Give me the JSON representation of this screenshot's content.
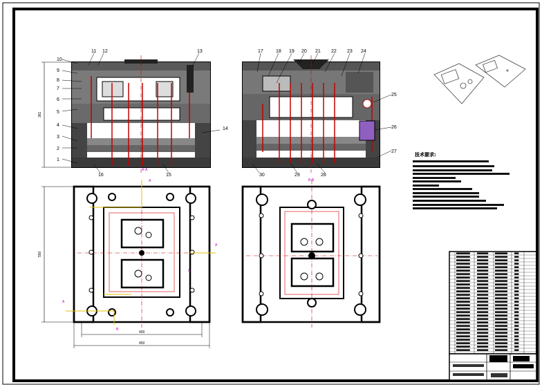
{
  "drawing": {
    "part_numbers": [
      "1",
      "2",
      "3",
      "4",
      "5",
      "6",
      "7",
      "8",
      "9",
      "10",
      "11",
      "12",
      "13",
      "14",
      "15",
      "16",
      "17",
      "18",
      "19",
      "20",
      "21",
      "22",
      "23",
      "24",
      "25",
      "26",
      "27",
      "28",
      "29",
      "30"
    ],
    "dimensions": {
      "left_height": "361",
      "plan_height": "550",
      "plan_inner_width": "400",
      "plan_outer_width": "450"
    },
    "section_marks": {
      "top_left": "A",
      "bottom_left": "B",
      "side_right": "A",
      "side_left": "A",
      "bottom_right": "A",
      "section_ab": "A-A",
      "section_bb": "B-B"
    },
    "technical_requirements": {
      "title": "技术要求:"
    }
  }
}
